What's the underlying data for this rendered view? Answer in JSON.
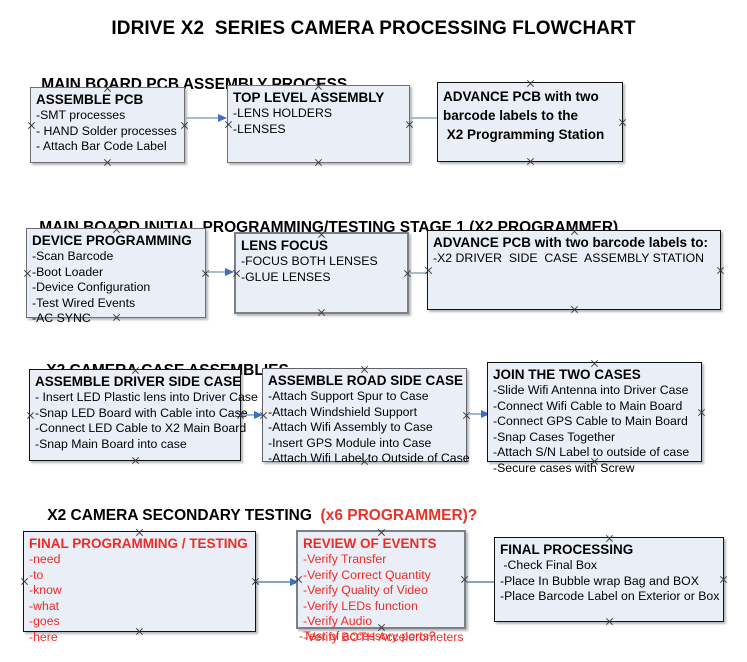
{
  "document": {
    "title": "IDRIVE X2  SERIES CAMERA PROCESSING FLOWCHART",
    "accent_red": "#ee2b26",
    "box_fill": "#eaeff7",
    "box_border": "#6f6f6f",
    "connector_color": "#8aa7c4"
  },
  "sections": [
    {
      "heading": "MAIN BOARD PCB ASSEMBLY PROCESS",
      "heading_accent": "",
      "nodes": [
        {
          "title": "ASSEMBLE PCB",
          "lines": [
            "-SMT processes",
            "- HAND Solder processes",
            "- Attach Bar Code Label"
          ]
        },
        {
          "title": "TOP LEVEL ASSEMBLY",
          "lines": [
            "-LENS HOLDERS",
            "-LENSES"
          ]
        },
        {
          "title": "ADVANCE PCB with two",
          "title2": "barcode labels to the",
          "title3": " X2 Programming Station",
          "lines": []
        }
      ]
    },
    {
      "heading": "MAIN BOARD INITIAL PROGRAMMING/TESTING STAGE 1 (X2 PROGRAMMER)",
      "heading_accent": "",
      "nodes": [
        {
          "title": "DEVICE PROGRAMMING",
          "lines": [
            "-Scan Barcode",
            "-Boot Loader",
            "-Device Configuration",
            "-Test Wired Events",
            "-AC SYNC"
          ]
        },
        {
          "title": "LENS FOCUS",
          "lines": [
            "-FOCUS BOTH LENSES",
            "-GLUE LENSES"
          ]
        },
        {
          "title": "ADVANCE PCB with two barcode labels to:",
          "lines": [
            "-X2 DRIVER  SIDE  CASE  ASSEMBLY STATION"
          ]
        }
      ]
    },
    {
      "heading": "X2 CAMERA CASE ASSEMBLIES",
      "heading_accent": "",
      "nodes": [
        {
          "title": "ASSEMBLE DRIVER SIDE CASE",
          "lines": [
            "- Insert LED Plastic lens into Driver Case",
            "-Snap LED Board with Cable into Case",
            "-Connect LED Cable to X2 Main Board",
            "-Snap Main Board into case"
          ]
        },
        {
          "title": "ASSEMBLE ROAD SIDE CASE",
          "lines": [
            "-Attach Support Spur to Case",
            "-Attach Windshield Support",
            "-Attach Wifi Assembly to Case",
            "-Insert GPS Module into Case",
            "-Attach Wifi Label to Outside of Case"
          ]
        },
        {
          "title": "JOIN THE TWO CASES",
          "lines": [
            "-Slide Wifi Antenna into Driver Case",
            "-Connect Wifi Cable to Main Board",
            "-Connect GPS Cable to Main Board",
            "-Snap Cases Together",
            "-Attach S/N Label to outside of case",
            "-Secure cases with Screw"
          ]
        }
      ]
    },
    {
      "heading": "X2 CAMERA SECONDARY TESTING ",
      "heading_accent": " (x6 PROGRAMMER)?",
      "nodes": [
        {
          "title": "FINAL PROGRAMMING / TESTING",
          "lines": [
            "-need",
            "-to",
            "-know",
            "-what",
            "-goes",
            "-here"
          ]
        },
        {
          "title": "REVIEW OF EVENTS",
          "lines": [
            "-Verify Transfer",
            "-Verify Correct Quantity",
            "-Verify Quality of Video",
            "-Verify LEDs function",
            "-Verify Audio",
            "-Verify BOTH Accelerometers"
          ],
          "overflow_line": "-Test of accessory ports?"
        },
        {
          "title": "FINAL PROCESSING",
          "lines": [
            " -Check Final Box",
            "-Place In Bubble wrap Bag and BOX",
            "-Place Barcode Label on Exterior or Box"
          ]
        }
      ]
    }
  ]
}
